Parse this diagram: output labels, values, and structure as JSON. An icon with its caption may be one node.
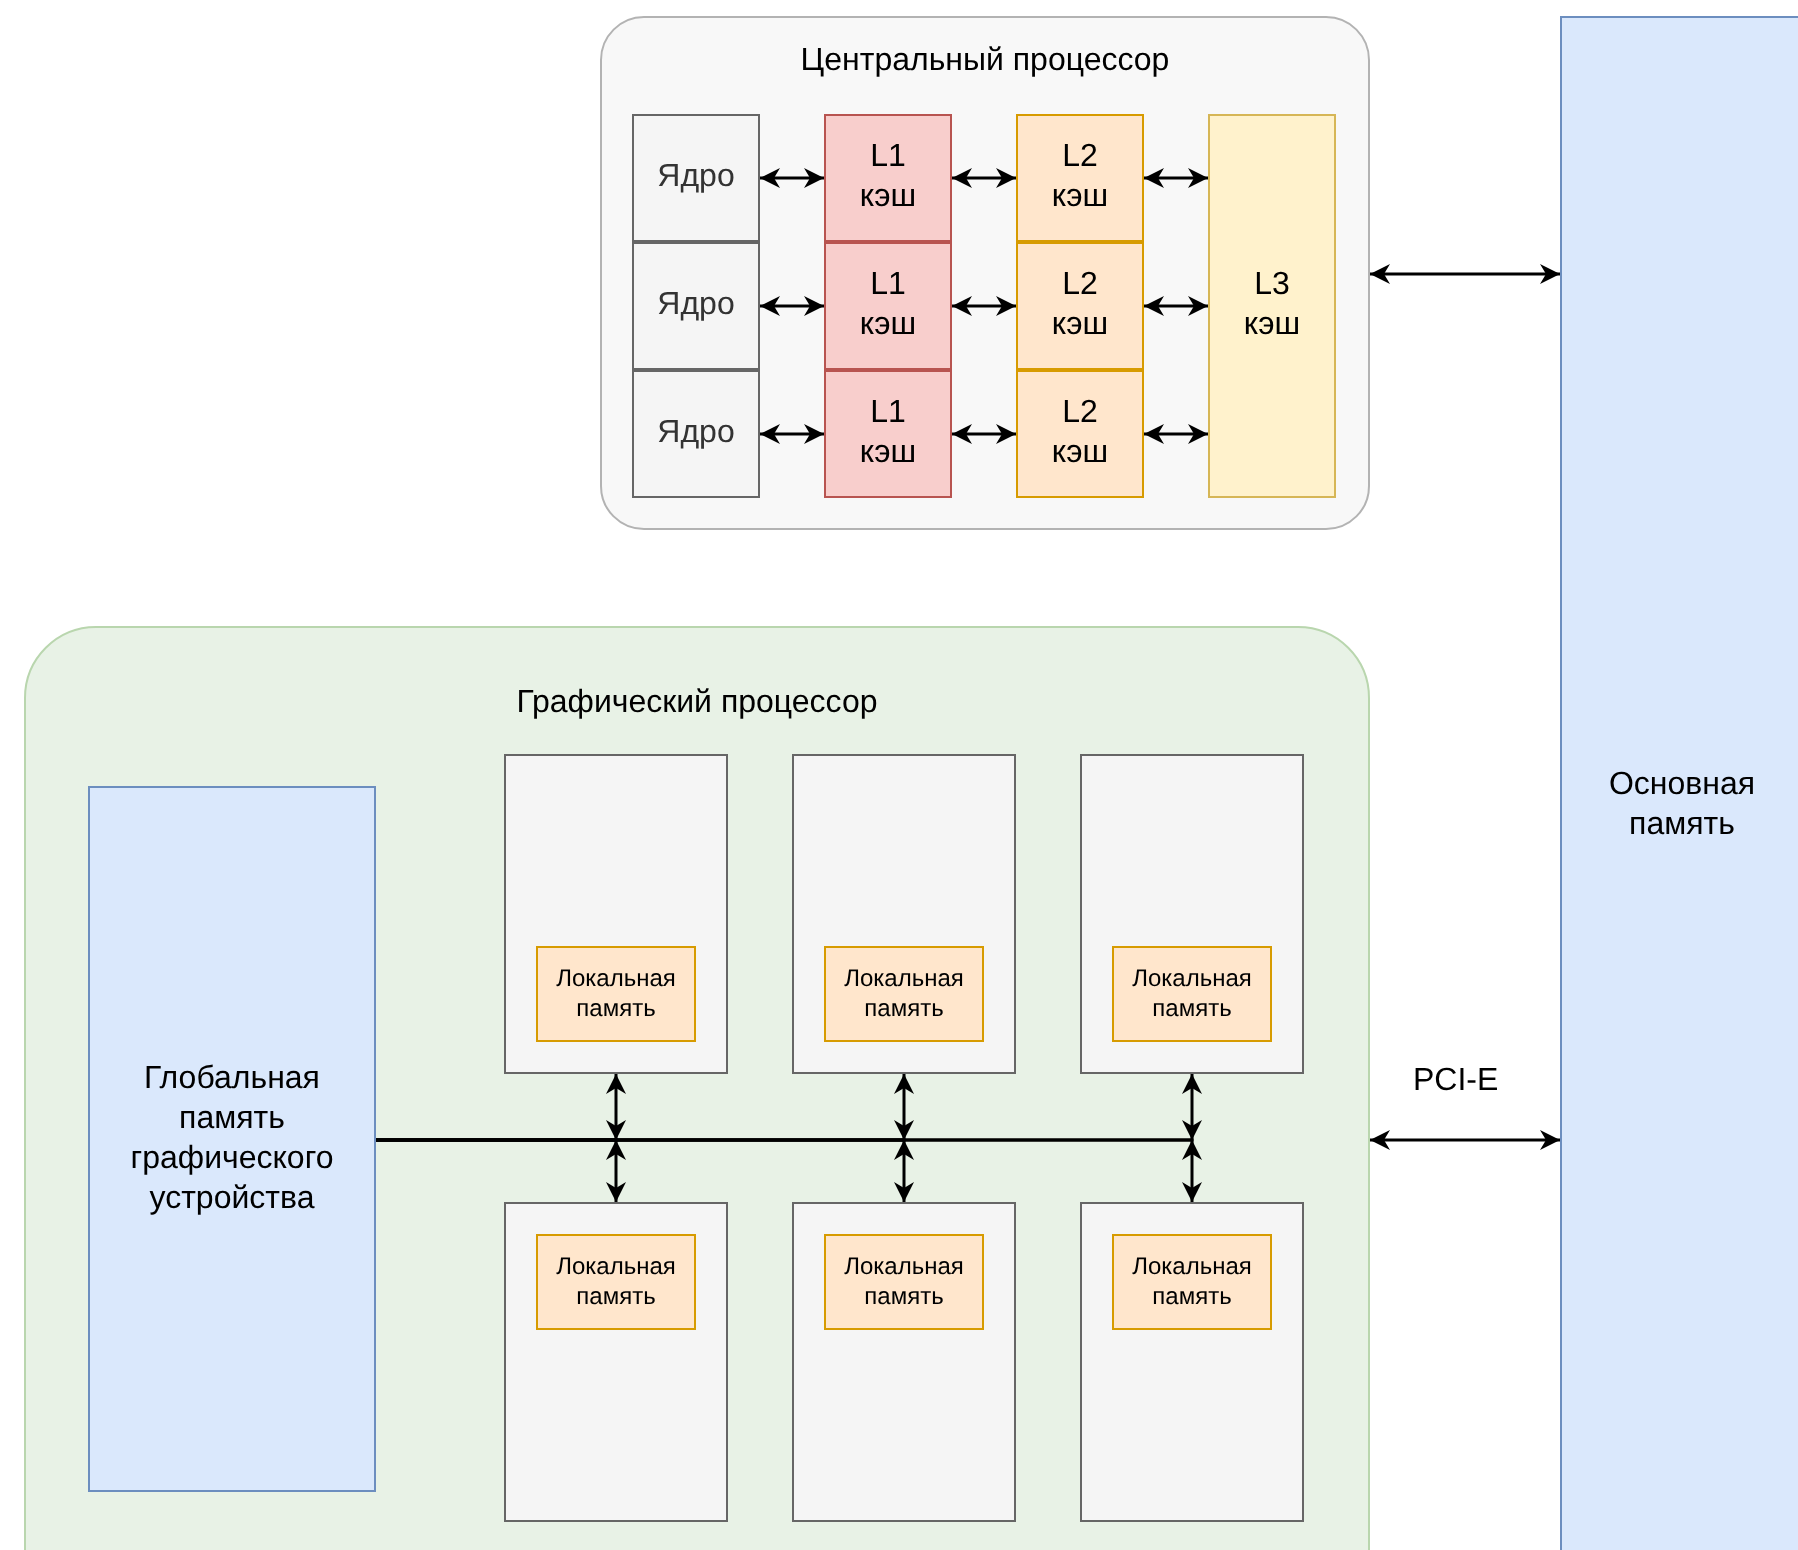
{
  "diagram": {
    "nodes": [
      {
        "text": [
          "Центральный процессор"
        ]
      },
      {
        "text": [
          "Ядро"
        ],
        "in": 0
      },
      {
        "text": [
          "Ядро"
        ],
        "in": 0
      },
      {
        "text": [
          "Ядро"
        ],
        "in": 0
      },
      {
        "text": [
          "L1 кэш"
        ],
        "in": 0
      },
      {
        "text": [
          "L1 кэш"
        ],
        "in": 0
      },
      {
        "text": [
          "L1 кэш"
        ],
        "in": 0
      },
      {
        "text": [
          "L2 кэш"
        ],
        "in": 0
      },
      {
        "text": [
          "L2 кэш"
        ],
        "in": 0
      },
      {
        "text": [
          "L2 кэш"
        ],
        "in": 0
      },
      {
        "text": [
          "L3 кэш"
        ],
        "in": 0
      },
      {
        "text": [
          "Основная память"
        ]
      },
      {
        "text": [
          "Графический процессор"
        ]
      },
      {
        "text": [
          "Глобальная память графического устройства"
        ],
        "in": 12
      },
      {
        "text": [],
        "shape": "box",
        "in": 12
      },
      {
        "text": [
          "Локальная память"
        ],
        "in": 14
      },
      {
        "text": [],
        "shape": "box",
        "in": 12
      },
      {
        "text": [
          "Локальная память"
        ],
        "in": 16
      },
      {
        "text": [],
        "shape": "box",
        "in": 12
      },
      {
        "text": [
          "Локальная память"
        ],
        "in": 18
      },
      {
        "text": [],
        "shape": "box",
        "in": 12
      },
      {
        "text": [
          "Локальная память"
        ],
        "in": 20
      },
      {
        "text": [],
        "shape": "box",
        "in": 12
      },
      {
        "text": [
          "Локальная память"
        ],
        "in": 22
      },
      {
        "text": [],
        "shape": "box",
        "in": 12
      },
      {
        "text": [
          "Локальная память"
        ],
        "in": 24
      }
    ],
    "edges": [
      {
        "from": 1,
        "to": 4,
        "arrow": "both"
      },
      {
        "from": 2,
        "to": 5,
        "arrow": "both"
      },
      {
        "from": 3,
        "to": 6,
        "arrow": "both"
      },
      {
        "from": 4,
        "to": 7,
        "arrow": "both"
      },
      {
        "from": 5,
        "to": 8,
        "arrow": "both"
      },
      {
        "from": 6,
        "to": 9,
        "arrow": "both"
      },
      {
        "from": 7,
        "to": 10,
        "arrow": "both"
      },
      {
        "from": 8,
        "to": 10,
        "arrow": "both"
      },
      {
        "from": 9,
        "to": 10,
        "arrow": "both"
      },
      {
        "from": 0,
        "to": 11,
        "arrow": "both"
      },
      {
        "from": 12,
        "to": 11,
        "arrow": "both",
        "label": "PCI-E"
      },
      {
        "from": 13,
        "to": 14,
        "arrow": "to"
      },
      {
        "from": 13,
        "to": 16,
        "arrow": "to"
      },
      {
        "from": 13,
        "to": 18,
        "arrow": "to"
      },
      {
        "from": 13,
        "to": 20,
        "arrow": "to"
      },
      {
        "from": 13,
        "to": 22,
        "arrow": "to"
      },
      {
        "from": 13,
        "to": 24,
        "arrow": "to"
      }
    ]
  }
}
